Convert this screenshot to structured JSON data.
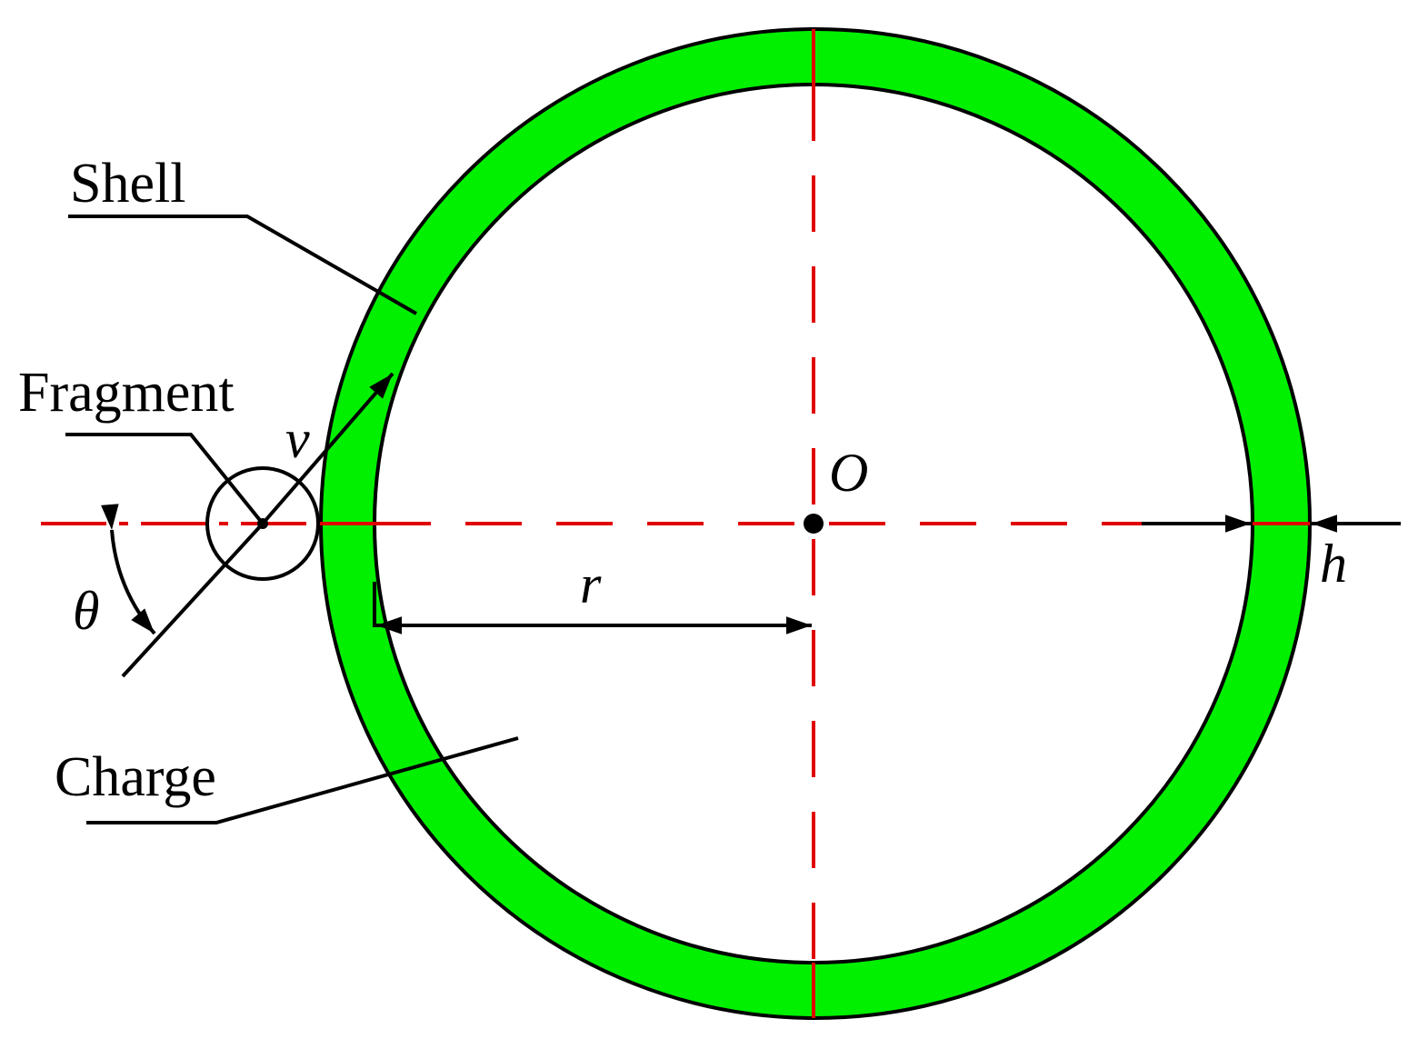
{
  "labels": {
    "shell": "Shell",
    "fragment": "Fragment",
    "charge": "Charge",
    "velocity": "v",
    "center": "O",
    "radius": "r",
    "thickness": "h",
    "angle": "θ"
  },
  "colors": {
    "shell_fill": "#00f000",
    "outline": "#000000",
    "centerline": "#e00000",
    "background": "#ffffff"
  }
}
